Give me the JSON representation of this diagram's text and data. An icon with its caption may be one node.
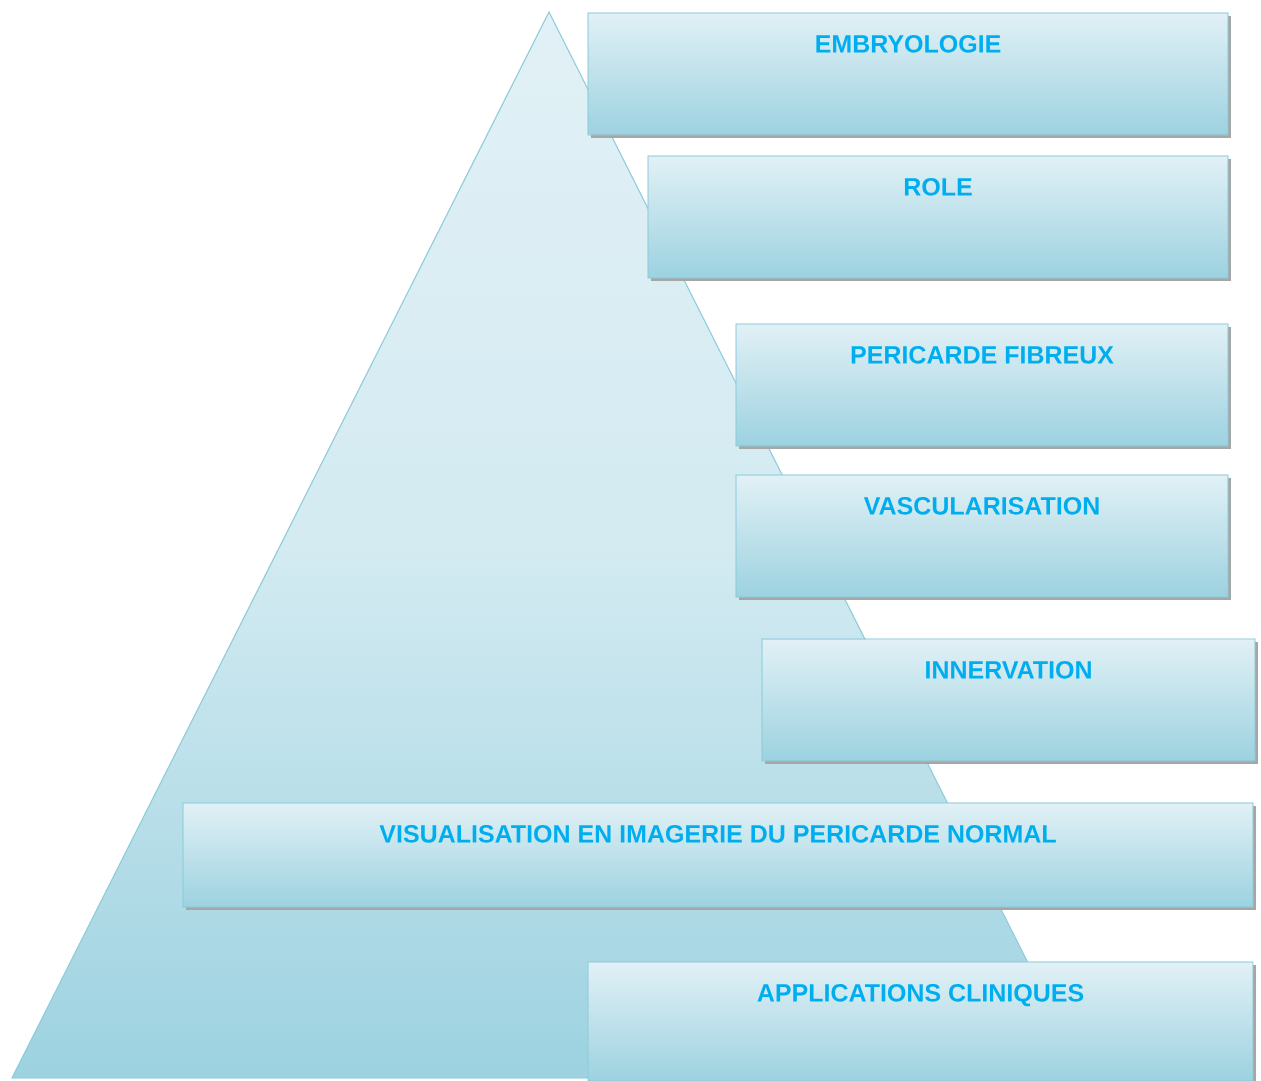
{
  "diagram": {
    "nodes": [
      {
        "text": [
          "EMBRYOLOGIE"
        ]
      },
      {
        "text": [
          "ROLE"
        ]
      },
      {
        "text": [
          "PERICARDE FIBREUX"
        ]
      },
      {
        "text": [
          "VASCULARISATION"
        ]
      },
      {
        "text": [
          "INNERVATION"
        ]
      },
      {
        "text": [
          "VISUALISATION EN IMAGERIE DU PERICARDE NORMAL"
        ]
      },
      {
        "text": [
          "APPLICATIONS CLINIQUES"
        ]
      }
    ]
  }
}
